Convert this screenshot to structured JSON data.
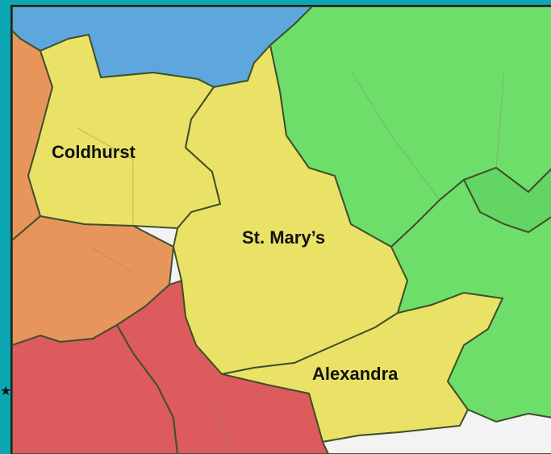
{
  "map": {
    "labels": {
      "coldhurst": "Coldhurst",
      "st_marys": "St. Mary’s",
      "alexandra": "Alexandra"
    },
    "colors": {
      "frame": "#0aa7b2",
      "yellow_wards": "#eae266",
      "green_wards": "#6ede6b",
      "orange_wards": "#e8955c",
      "red_wards": "#dd5a5d",
      "blue_ward": "#5ea7de",
      "boundary": "#4e5c2a"
    }
  }
}
